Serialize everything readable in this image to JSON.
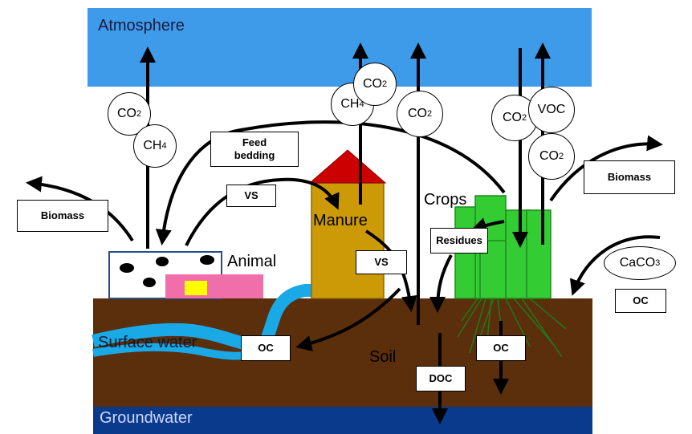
{
  "regions": {
    "atmosphere": "Atmosphere",
    "surface_water": "Surface water",
    "soil": "Soil",
    "groundwater": "Groundwater"
  },
  "components": {
    "animal": "Animal",
    "manure": "Manure",
    "crops": "Crops"
  },
  "boxes": {
    "feed_bedding_1": "Feed",
    "feed_bedding_2": "bedding",
    "biomass_left": "Biomass",
    "biomass_right": "Biomass",
    "vs_top": "VS",
    "vs_bottom": "VS",
    "residues": "Residues",
    "oc_surface": "OC",
    "oc_crops": "OC",
    "oc_right": "OC",
    "doc": "DOC"
  },
  "gases": {
    "co2": "CO",
    "co2_sub": "2",
    "ch4": "CH",
    "ch4_sub": "4",
    "voc": "VOC",
    "caco3": "CaCO",
    "caco3_sub": "3"
  },
  "colors": {
    "atmosphere": "#3d9be9",
    "soil": "#5b2e0c",
    "groundwater": "#0a3a8c",
    "water": "#19a9e6",
    "manure_building": "#cc9a06",
    "roof": "#cc0000",
    "crops": "#33cc33",
    "animal_pink": "#f06ea9",
    "animal_yellow": "#ffff00"
  }
}
